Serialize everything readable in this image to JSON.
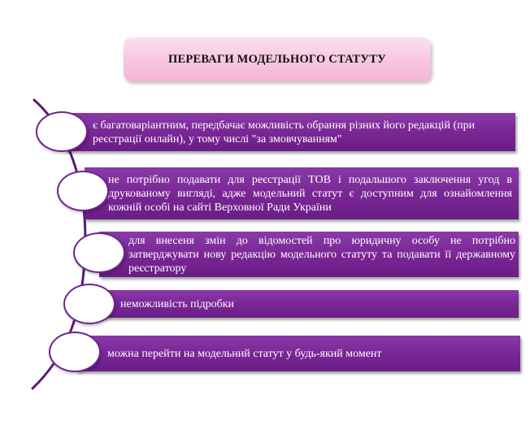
{
  "title": "ПЕРЕВАГИ МОДЕЛЬНОГО СТАТУТУ",
  "items": [
    {
      "text": "є багатоваріантним, передбачає можливість обрання різних його редакцій (при реєстрації онлайн), у тому числі \"за змовчуванням\""
    },
    {
      "text": "не потрібно подавати для реєстрації ТОВ і подальшого заключення угод в друкованому вигляді, адже модельний статут є доступним для ознайомлення кожній особі на сайті Верховної Ради України"
    },
    {
      "text": "для внесеня змін до відомостей про юридичну особу не потрібно затверджувати нову редакцію модельного статуту та подавати її державному реєстратору"
    },
    {
      "text": "неможливість підробки"
    },
    {
      "text": "можна перейти на модельний статут у будь-який момент"
    }
  ],
  "colors": {
    "bar": "#7a2796",
    "circle_border": "#6f2590",
    "title_bg": "#f7c6e0"
  }
}
